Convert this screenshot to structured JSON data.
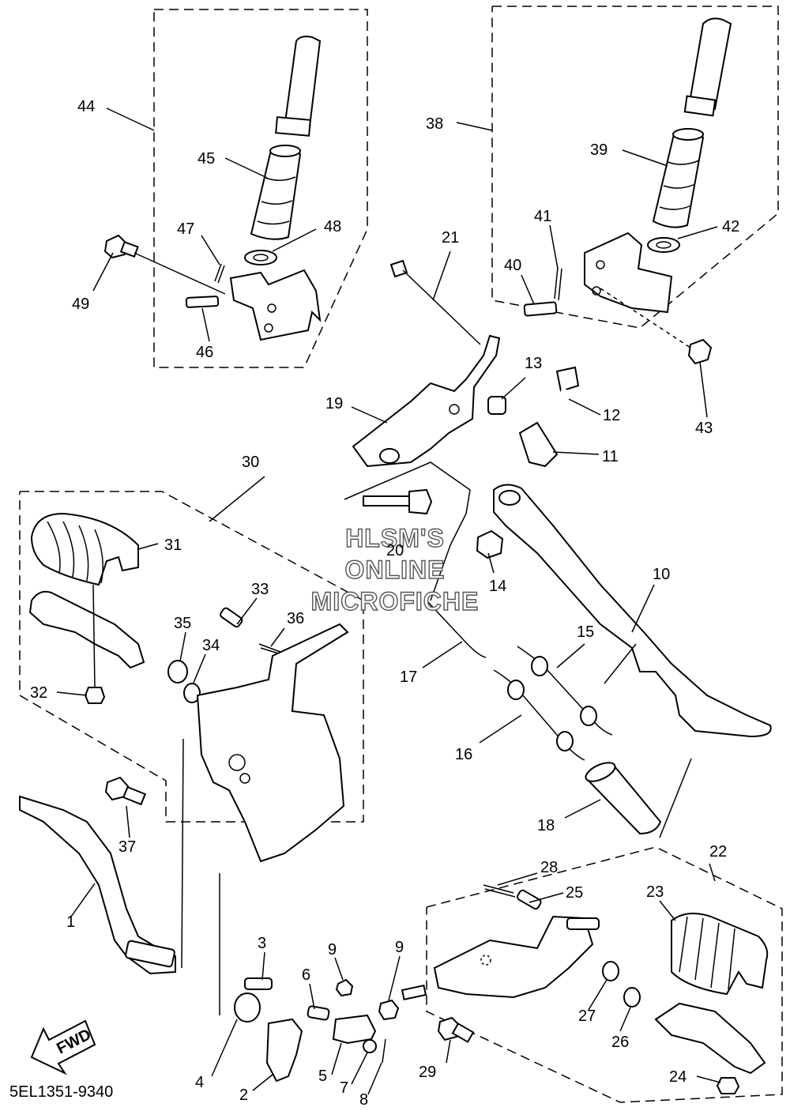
{
  "diagram_code": "5EL1351-9340",
  "watermark": [
    "HLSM'S",
    "ONLINE",
    "MICROFICHE"
  ],
  "fwd_label": "FWD",
  "callouts": [
    "1",
    "2",
    "3",
    "4",
    "5",
    "6",
    "7",
    "8",
    "9",
    "9",
    "10",
    "11",
    "12",
    "13",
    "14",
    "15",
    "16",
    "17",
    "18",
    "19",
    "20",
    "21",
    "22",
    "23",
    "24",
    "25",
    "26",
    "27",
    "28",
    "29",
    "30",
    "31",
    "32",
    "33",
    "34",
    "35",
    "36",
    "37",
    "38",
    "39",
    "40",
    "41",
    "42",
    "43",
    "44",
    "45",
    "46",
    "47",
    "48",
    "49"
  ]
}
